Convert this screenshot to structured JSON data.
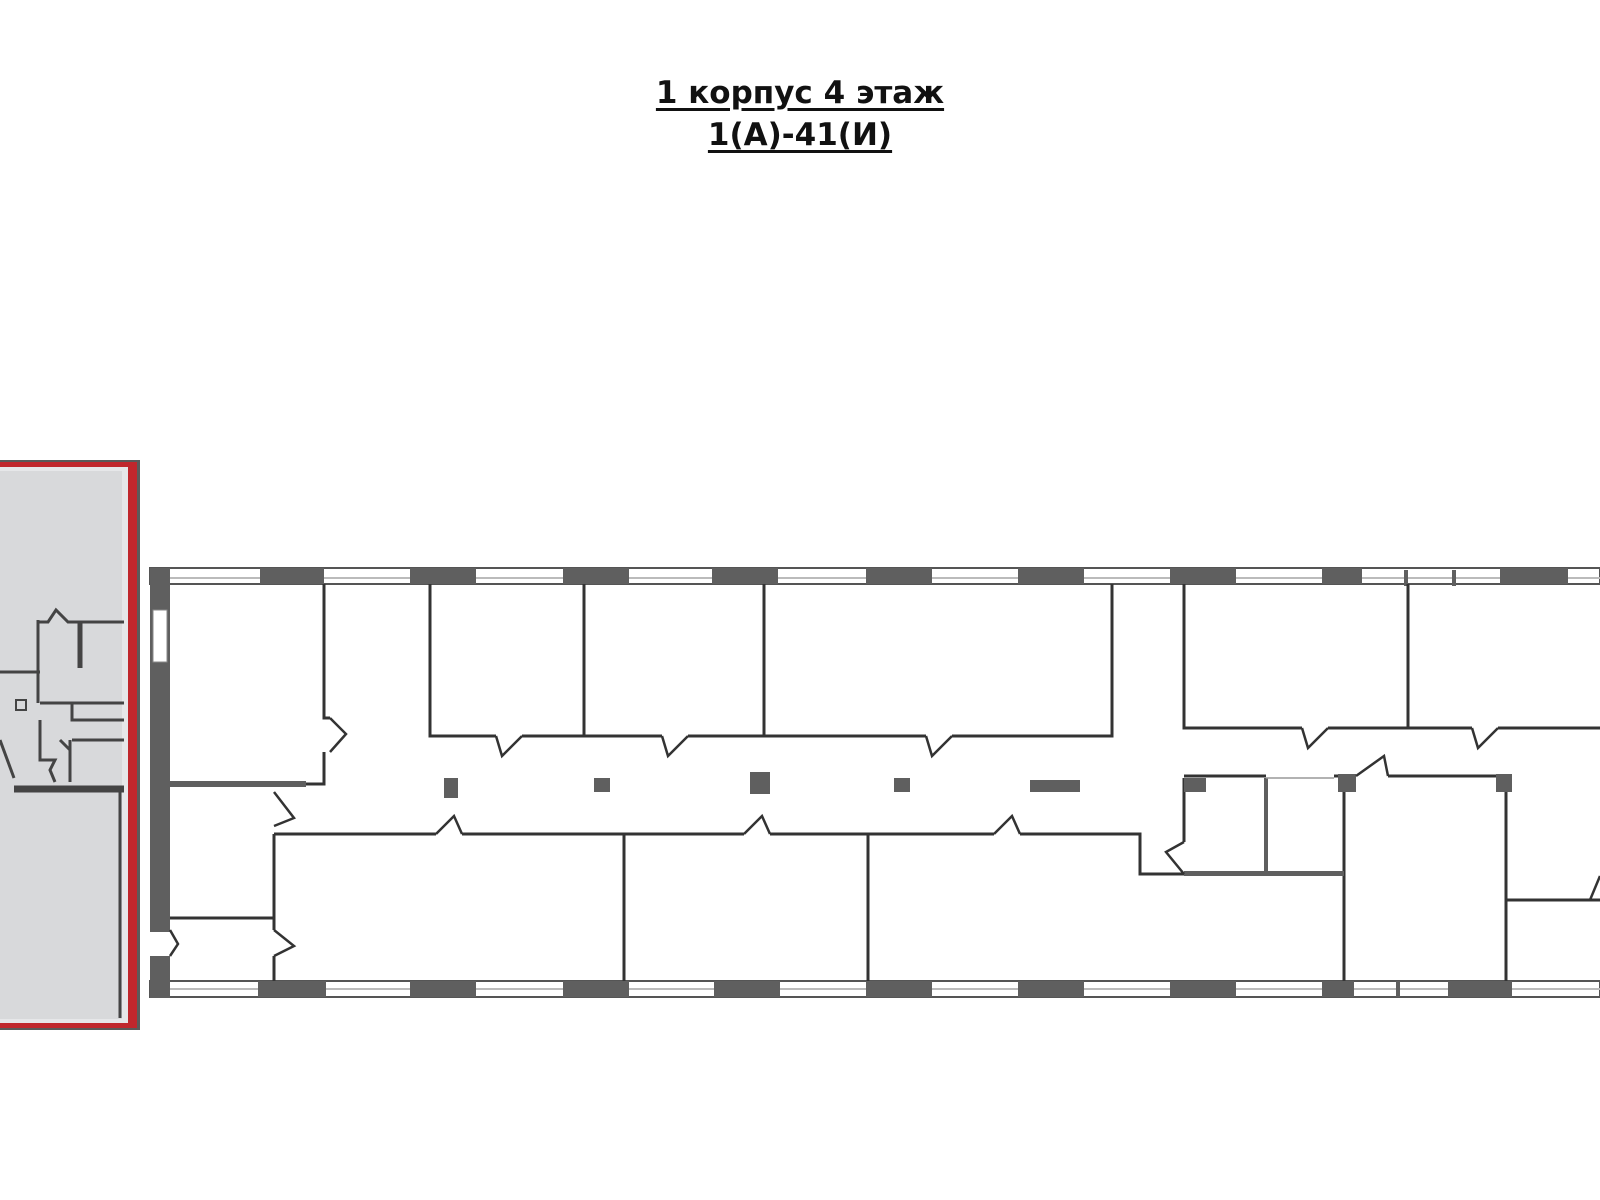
{
  "title": {
    "line1": "1 корпус 4 этаж",
    "line2": "1(А)-41(И)"
  },
  "colors": {
    "background": "#ffffff",
    "wall_line": "#333333",
    "column": "#5f5f5f",
    "window_band": "#dcdcdc",
    "selected_fill": "#d8d9db",
    "selected_outline": "#c0272d",
    "selected_frame": "#5a5a5a"
  },
  "icons": [
    "door-swing-icon"
  ],
  "plan": {
    "highlighted_unit": "selected-unit"
  }
}
